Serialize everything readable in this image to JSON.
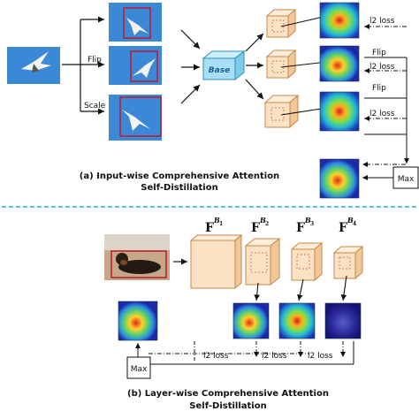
{
  "top": {
    "labels": {
      "flip": "Flip",
      "scale": "Scale",
      "base": "Base"
    },
    "loss_labels": [
      "l2 loss",
      "l2 loss",
      "l2 loss"
    ],
    "flip_labels": [
      "Flip",
      "Flip"
    ],
    "max_label": "Max",
    "caption_line1": "(a) Input-wise Comprehensive Attention",
    "caption_line2": "Self-Distillation"
  },
  "bottom": {
    "feature_labels": [
      {
        "base": "F",
        "sup": "B",
        "sub": "1"
      },
      {
        "base": "F",
        "sup": "B",
        "sub": "2"
      },
      {
        "base": "F",
        "sup": "B",
        "sub": "3"
      },
      {
        "base": "F",
        "sup": "B",
        "sub": "4"
      }
    ],
    "loss_labels": [
      "l2 loss",
      "l2 loss",
      "l2 loss"
    ],
    "max_label": "Max",
    "caption_line1": "(b) Layer-wise Comprehensive Attention",
    "caption_line2": "Self-Distillation"
  },
  "colors": {
    "sky": "#3a88d6",
    "cube_fill": "#fbe2c4",
    "cube_stroke": "#c9874a",
    "base_fill": "#a8dff5",
    "base_stroke": "#2b8fc2",
    "crop_box": "#c0182b",
    "divider": "#3aa0d8"
  }
}
